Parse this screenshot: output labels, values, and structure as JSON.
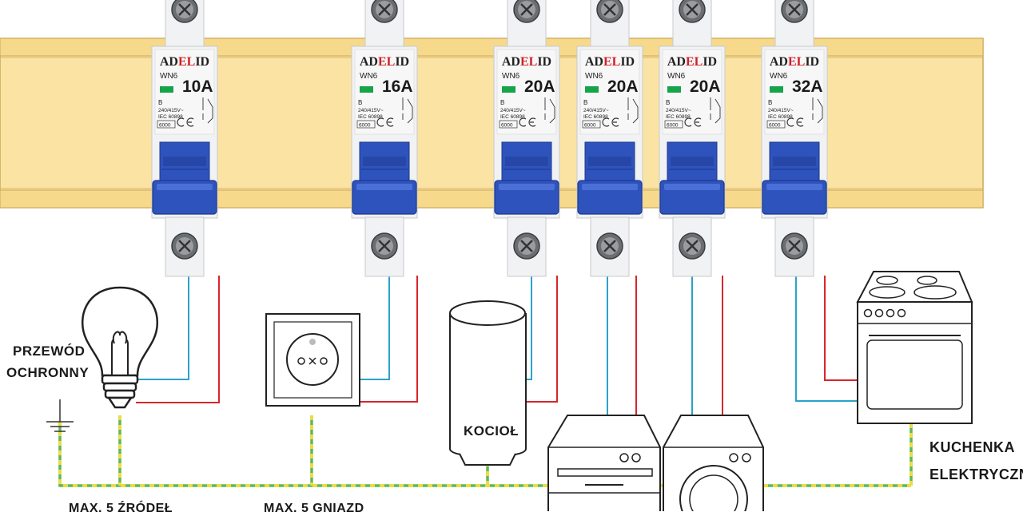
{
  "breakers": [
    {
      "brand_prefix": "AD",
      "brand_accent": "EL",
      "brand_suffix": "ID",
      "model": "WN6",
      "rating": "10A",
      "curve": "B",
      "voltage": "240/415V~",
      "standard": "IEC 60898",
      "capacity": "6000"
    },
    {
      "brand_prefix": "AD",
      "brand_accent": "EL",
      "brand_suffix": "ID",
      "model": "WN6",
      "rating": "16A",
      "curve": "B",
      "voltage": "240/415V~",
      "standard": "IEC 60898",
      "capacity": "6000"
    },
    {
      "brand_prefix": "AD",
      "brand_accent": "EL",
      "brand_suffix": "ID",
      "model": "WN6",
      "rating": "20A",
      "curve": "B",
      "voltage": "240/415V~",
      "standard": "IEC 60898",
      "capacity": "6000"
    },
    {
      "brand_prefix": "AD",
      "brand_accent": "EL",
      "brand_suffix": "ID",
      "model": "WN6",
      "rating": "20A",
      "curve": "B",
      "voltage": "240/415V~",
      "standard": "IEC 60898",
      "capacity": "6000"
    },
    {
      "brand_prefix": "AD",
      "brand_accent": "EL",
      "brand_suffix": "ID",
      "model": "WN6",
      "rating": "20A",
      "curve": "B",
      "voltage": "240/415V~",
      "standard": "IEC 60898",
      "capacity": "6000"
    },
    {
      "brand_prefix": "AD",
      "brand_accent": "EL",
      "brand_suffix": "ID",
      "model": "WN6",
      "rating": "32A",
      "curve": "B",
      "voltage": "240/415V~",
      "standard": "IEC 60898",
      "capacity": "6000"
    }
  ],
  "labels": {
    "protective_line1": "PRZEWÓD",
    "protective_line2": "OCHRONNY",
    "boiler": "KOCIOŁ",
    "stove_line1": "KUCHENKA",
    "stove_line2": "ELEKTRYCZNA",
    "max_lights": "MAX. 5 ŹRÓDEŁ",
    "max_sockets": "MAX. 5 GNIAZD"
  },
  "colors": {
    "din_rail": "#fbe3a3",
    "rail_edge": "#c9a75a",
    "breaker_body": "#f1f2f3",
    "toggle": "#2f53bd",
    "neutral_wire": "#2aa3c8",
    "live_wire": "#d8262c",
    "earth_green": "#5cb85c",
    "earth_yellow": "#f2dc3a",
    "brand_red": "#d21f26",
    "indicator": "#16a34a"
  },
  "icons": {
    "lamp": "light-bulb-icon",
    "socket": "wall-socket-icon",
    "boiler": "boiler-icon",
    "dishwasher": "dishwasher-icon",
    "washer": "washing-machine-icon",
    "stove": "electric-stove-icon",
    "ground": "ground-symbol-icon"
  }
}
